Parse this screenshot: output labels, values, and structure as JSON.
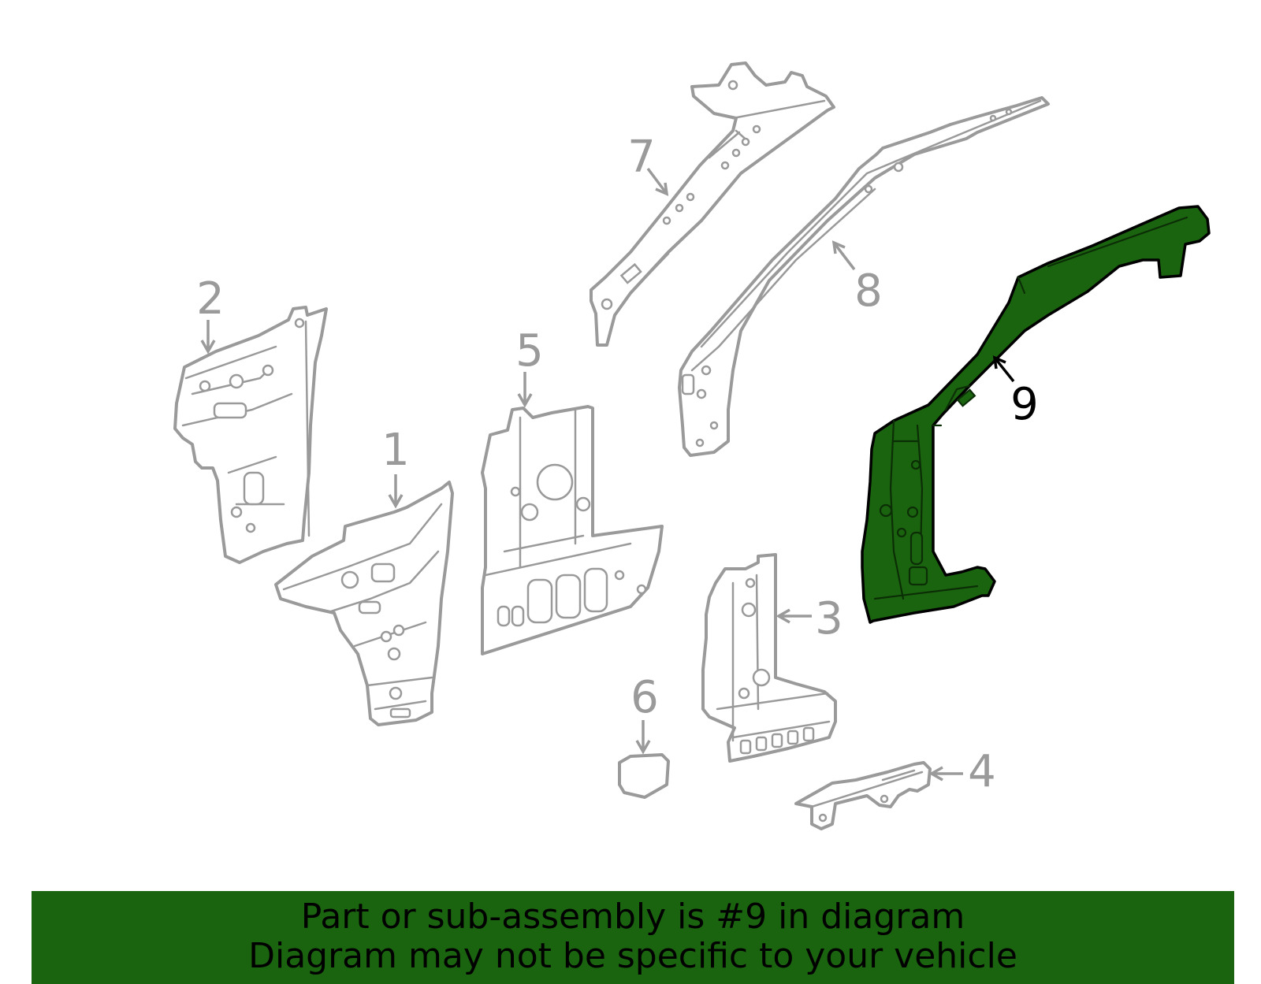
{
  "callouts": {
    "c1": "1",
    "c2": "2",
    "c3": "3",
    "c4": "4",
    "c5": "5",
    "c6": "6",
    "c7": "7",
    "c8": "8",
    "c9": "9"
  },
  "highlighted_part": "9",
  "colors": {
    "highlight": "#1b640f",
    "outline": "#9a9a9a",
    "banner": "#1b640f"
  },
  "banner": {
    "line1": "Part or sub-assembly is #9 in diagram",
    "line2": "Diagram may not be specific to your vehicle"
  }
}
